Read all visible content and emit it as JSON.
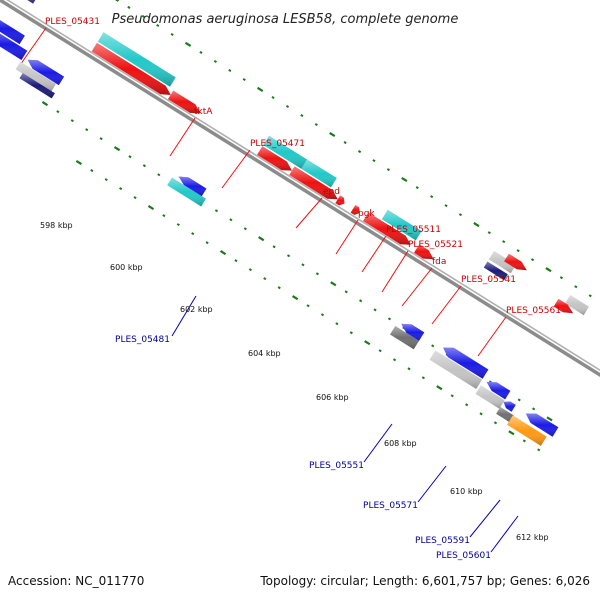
{
  "header": {
    "title": "Pseudomonas aeruginosa LESB58, complete genome"
  },
  "footer": {
    "accession": "Accession: NC_011770",
    "summary": "Topology: circular; Length: 6,601,757 bp; Genes: 6,026"
  },
  "colors": {
    "backbone": "#8c8c8c",
    "tick": "#1a7a1a",
    "red": "#ee1111",
    "cyan": "#22c8c8",
    "blue": "#1a1ae6",
    "navy": "#1a1a7a",
    "purple": "#4a3a8c",
    "gray": "#707070",
    "lightgray": "#c4c4c4",
    "orange": "#ff9a14"
  },
  "kbp_labels": [
    "598 kbp",
    "600 kbp",
    "602 kbp",
    "604 kbp",
    "606 kbp",
    "608 kbp",
    "610 kbp",
    "612 kbp"
  ],
  "gene_labels": {
    "top": [
      "PLES_05431",
      "tktA",
      "PLES_05471",
      "epd",
      "pgk",
      "PLES_05511",
      "PLES_05521",
      "fda",
      "PLES_05541",
      "PLES_05561"
    ],
    "bottom": [
      "PLES_05481",
      "PLES_05551",
      "PLES_05571",
      "PLES_05591",
      "PLES_05601"
    ]
  }
}
